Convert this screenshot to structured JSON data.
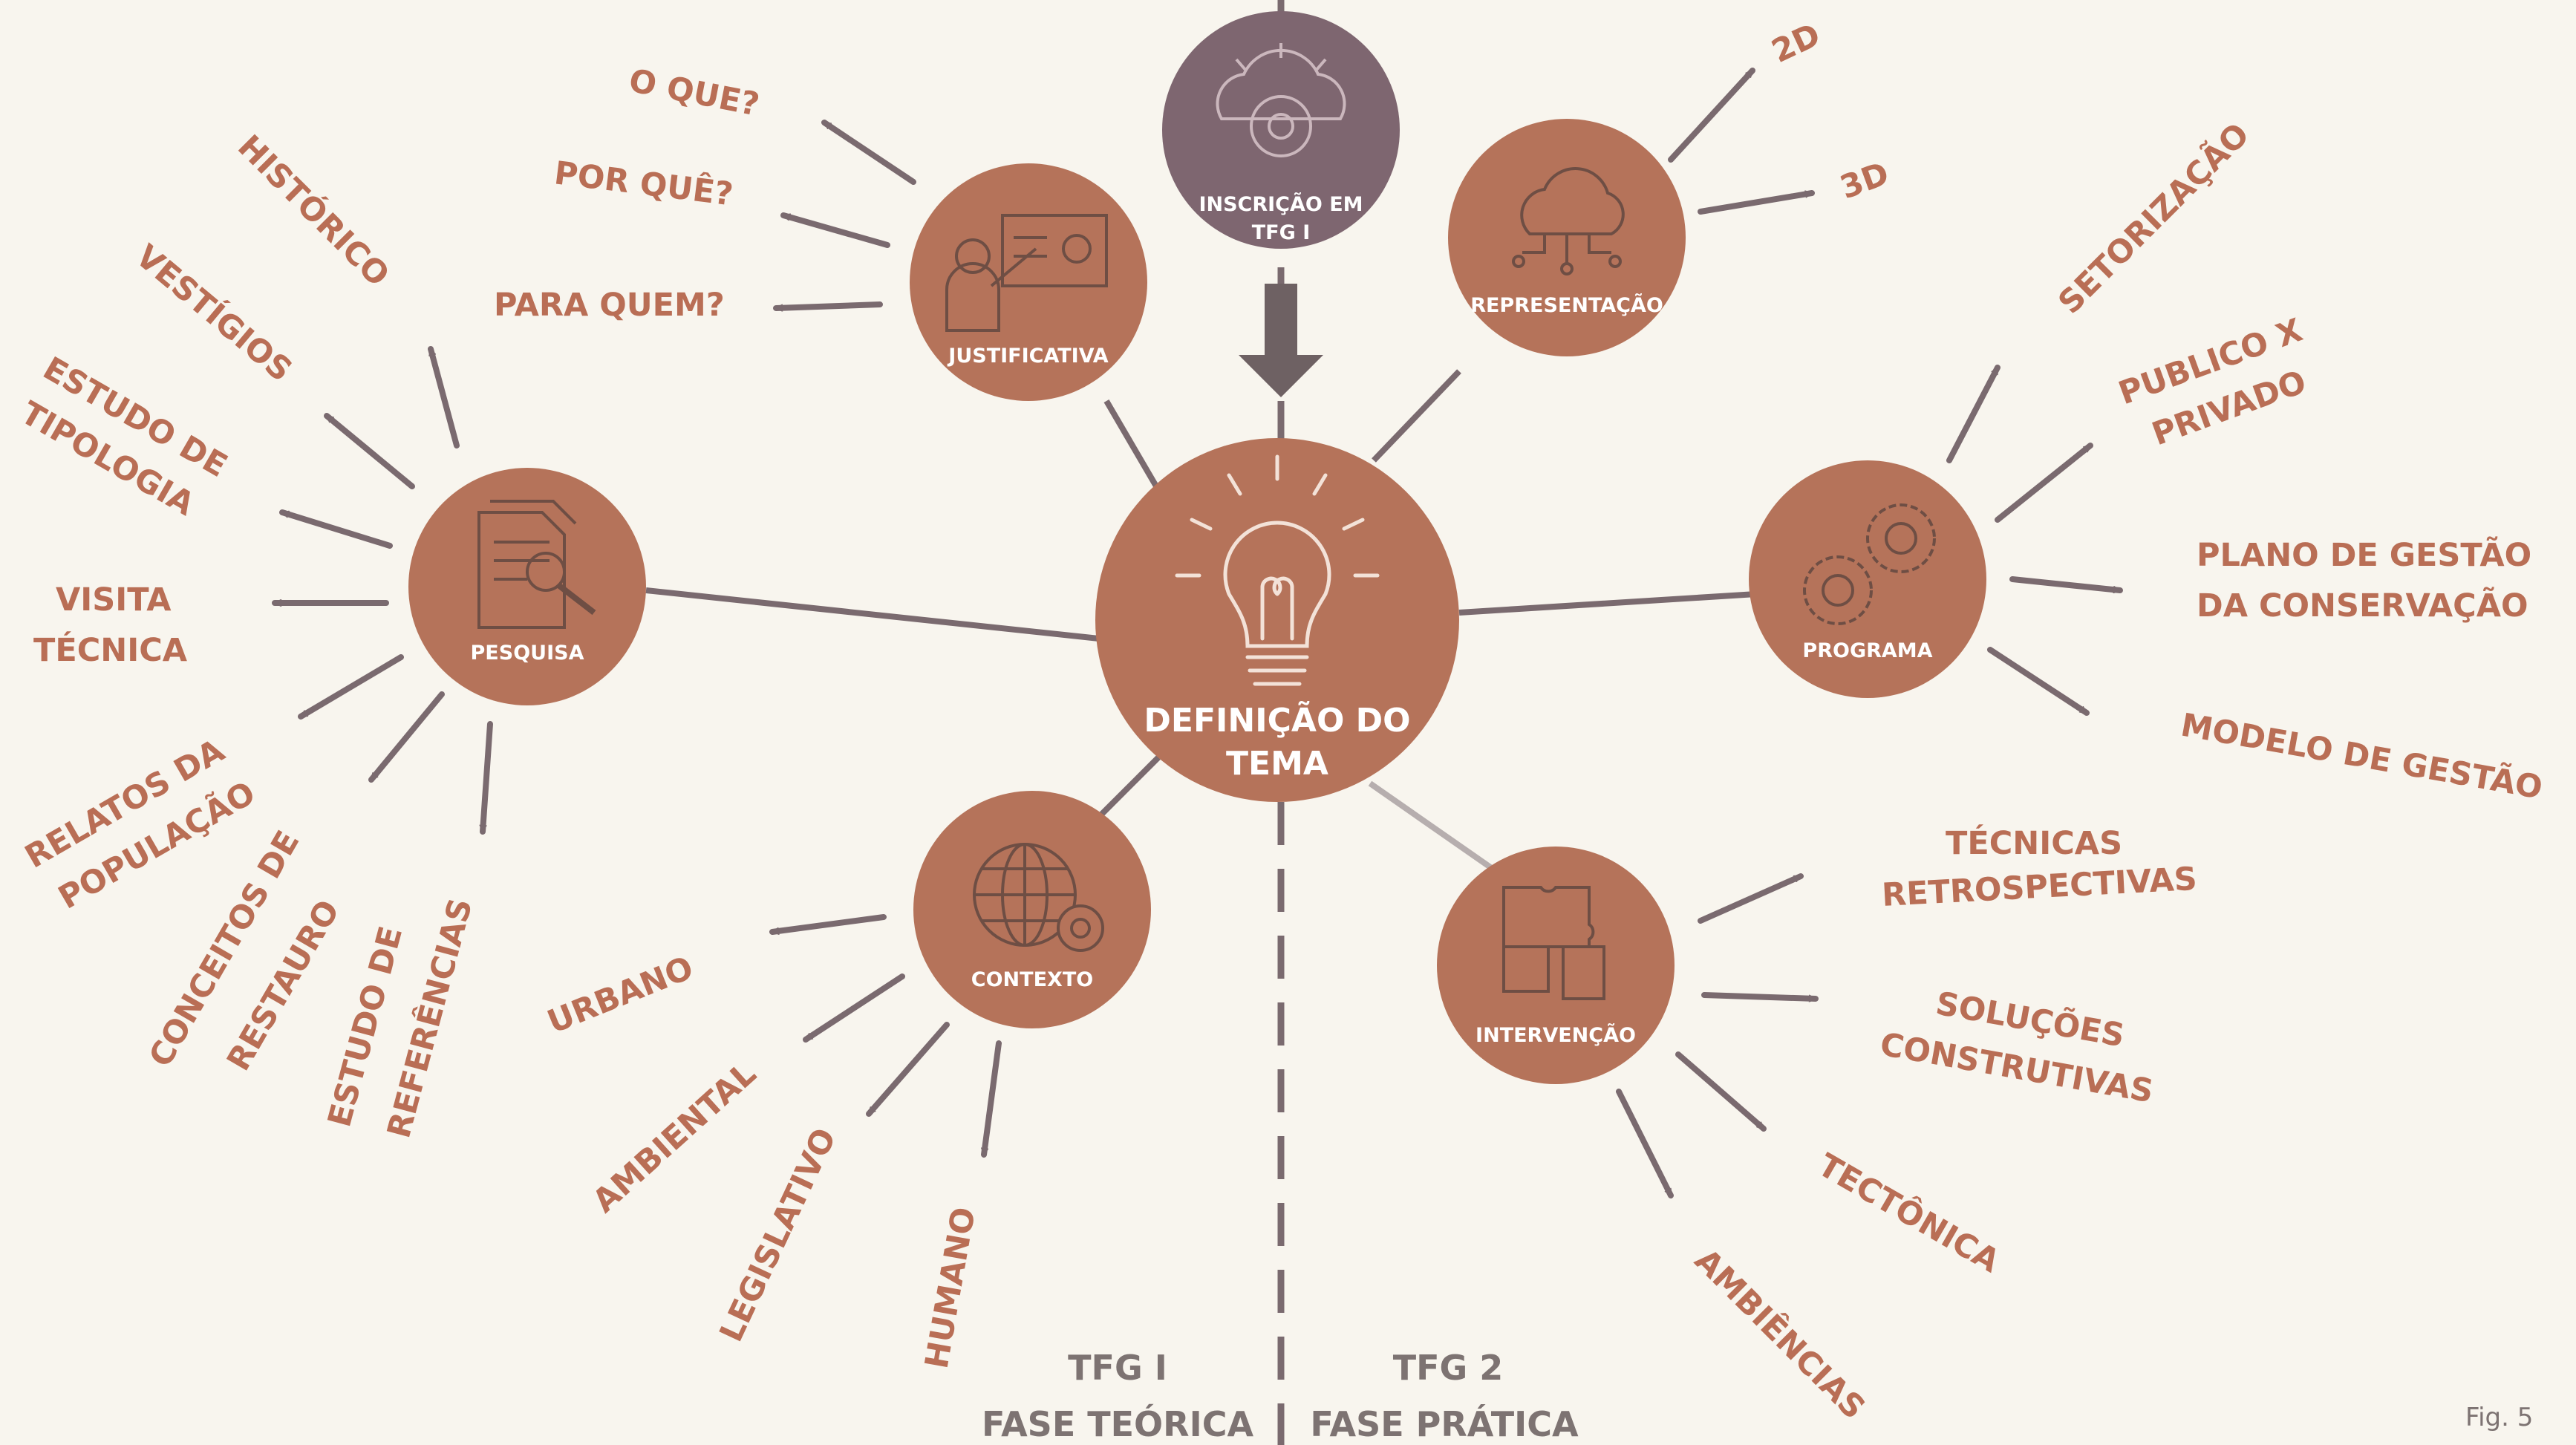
{
  "center": {
    "title_line1": "DEFINIÇÃO DO",
    "title_line2": "TEMA",
    "icon": "lightbulb-icon"
  },
  "top_node": {
    "line1": "INSCRIÇÃO EM",
    "line2": "TFG I",
    "icon": "cloud-gear-icon"
  },
  "nodes": {
    "justificativa": {
      "label": "JUSTIFICATIVA",
      "icon": "presentation-icon",
      "items": [
        "O QUE?",
        "POR QUÊ?",
        "PARA QUEM?"
      ]
    },
    "pesquisa": {
      "label": "PESQUISA",
      "icon": "document-search-icon",
      "items": [
        "HISTÓRICO",
        "VESTÍGIOS",
        "ESTUDO DE",
        "TIPOLOGIA",
        "VISITA",
        "TÉCNICA",
        "RELATOS DA",
        "POPULAÇÃO",
        "CONCEITOS DE",
        "RESTAURO",
        "ESTUDO DE",
        "REFERÊNCIAS"
      ]
    },
    "contexto": {
      "label": "CONTEXTO",
      "icon": "globe-gear-icon",
      "items": [
        "URBANO",
        "AMBIENTAL",
        "LEGISLATIVO",
        "HUMANO"
      ]
    },
    "representacao": {
      "label": "REPRESENTAÇÃO",
      "icon": "cloud-network-icon",
      "items": [
        "2D",
        "3D"
      ]
    },
    "programa": {
      "label": "PROGRAMA",
      "icon": "gears-icon",
      "items": [
        "SETORIZAÇÃO",
        "PUBLICO X",
        "PRIVADO",
        "PLANO DE GESTÃO",
        "DA CONSERVAÇÃO",
        "MODELO DE GESTÃO"
      ]
    },
    "intervencao": {
      "label": "INTERVENÇÃO",
      "icon": "puzzle-icon",
      "items": [
        "TÉCNICAS",
        "RETROSPECTIVAS",
        "SOLUÇÕES",
        "CONSTRUTIVAS",
        "TECTÔNICA",
        "AMBIÊNCIAS"
      ]
    }
  },
  "phases": {
    "left_line1": "TFG I",
    "left_line2": "FASE TEÓRICA",
    "right_line1": "TFG 2",
    "right_line2": "FASE PRÁTICA"
  },
  "figure_label": "Fig. 5",
  "colors": {
    "node": "#b5735a",
    "top_node": "#7e6670",
    "line": "#7a6a6f",
    "text": "#b96e55",
    "background": "#f8f5ee"
  }
}
